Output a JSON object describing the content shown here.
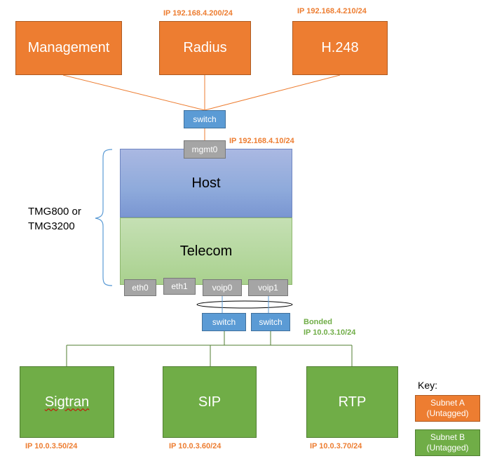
{
  "top_nodes": {
    "management": {
      "label": "Management",
      "ip": ""
    },
    "radius": {
      "label": "Radius",
      "ip": "IP 192.168.4.200/24"
    },
    "h248": {
      "label": "H.248",
      "ip": "IP 192.168.4.210/24"
    }
  },
  "mgmt_switch": {
    "label": "switch"
  },
  "mgmt_port": {
    "label": "mgmt0",
    "ip": "IP 192.168.4.10/24"
  },
  "device": {
    "label_line1": "TMG800 or",
    "label_line2": "TMG3200",
    "host_label": "Host",
    "telecom_label": "Telecom",
    "ports": [
      {
        "label": "eth0"
      },
      {
        "label": "eth1"
      },
      {
        "label": "voip0"
      },
      {
        "label": "voip1"
      }
    ]
  },
  "bond": {
    "switch_left": "switch",
    "switch_right": "switch",
    "bonded_label": "Bonded",
    "bonded_ip": "IP 10.0.3.10/24"
  },
  "bottom_nodes": {
    "sigtran": {
      "label": "Sigtran",
      "ip": "IP 10.0.3.50/24"
    },
    "sip": {
      "label": "SIP",
      "ip": "IP 10.0.3.60/24"
    },
    "rtp": {
      "label": "RTP",
      "ip": "IP 10.0.3.70/24"
    }
  },
  "key": {
    "title": "Key:",
    "subnet_a": {
      "line1": "Subnet A",
      "line2": "(Untagged)"
    },
    "subnet_b": {
      "line1": "Subnet B",
      "line2": "(Untagged)"
    }
  },
  "colors": {
    "subnet_a": "#ed7d31",
    "subnet_b": "#70ad47",
    "switch": "#5b9bd5",
    "port": "#a5a5a5",
    "host": "#8eaadb",
    "telecom": "#a9d18e"
  }
}
